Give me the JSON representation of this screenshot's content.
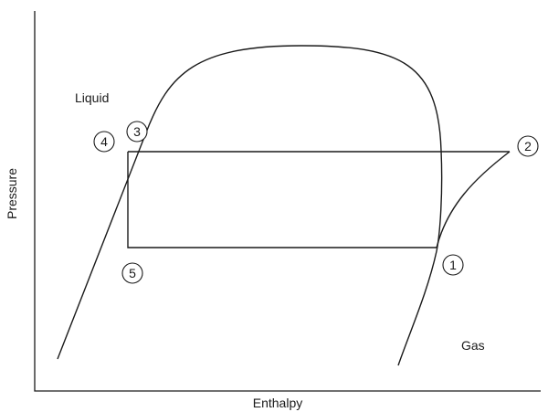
{
  "axes": {
    "x_label": "Enthalpy",
    "y_label": "Pressure"
  },
  "regions": {
    "liquid": "Liquid",
    "gas": "Gas"
  },
  "points": [
    {
      "id": "1",
      "label": "1"
    },
    {
      "id": "2",
      "label": "2"
    },
    {
      "id": "3",
      "label": "3"
    },
    {
      "id": "4",
      "label": "4"
    },
    {
      "id": "5",
      "label": "5"
    }
  ]
}
